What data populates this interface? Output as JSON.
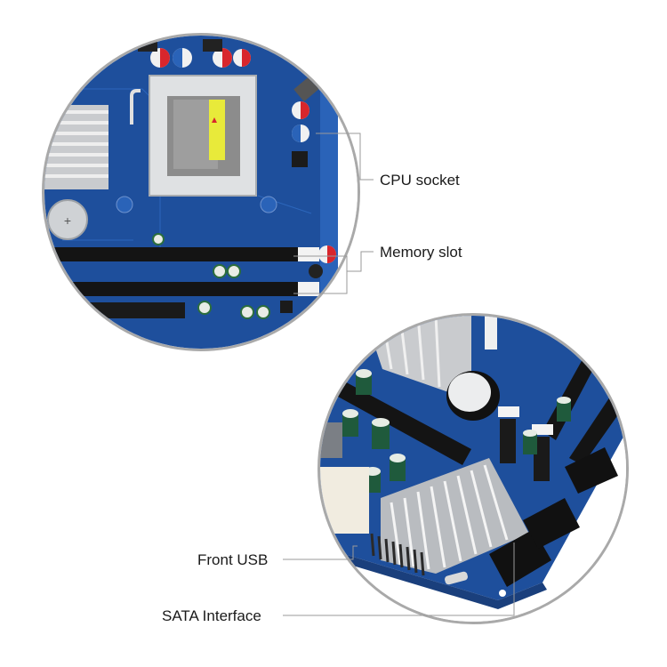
{
  "figure": {
    "subject": "Motherboard feature callouts",
    "top_lens": {
      "name": "cpu-and-memory-closeup"
    },
    "bottom_lens": {
      "name": "chipset-and-sata-closeup"
    }
  },
  "callouts": [
    {
      "id": "cpu",
      "label": "CPU socket"
    },
    {
      "id": "memory",
      "label": "Memory slot"
    },
    {
      "id": "usb",
      "label": "Front USB"
    },
    {
      "id": "sata",
      "label": "SATA Interface"
    }
  ],
  "colors": {
    "pcb_blue": "#1e4f9c",
    "pcb_dark": "#163c78",
    "heatsink": "#d4d6d8",
    "slot_black": "#141414",
    "leader_line": "#9a9a9a",
    "lens_border": "#a9a9a9",
    "label_text": "#1a1a1a"
  }
}
